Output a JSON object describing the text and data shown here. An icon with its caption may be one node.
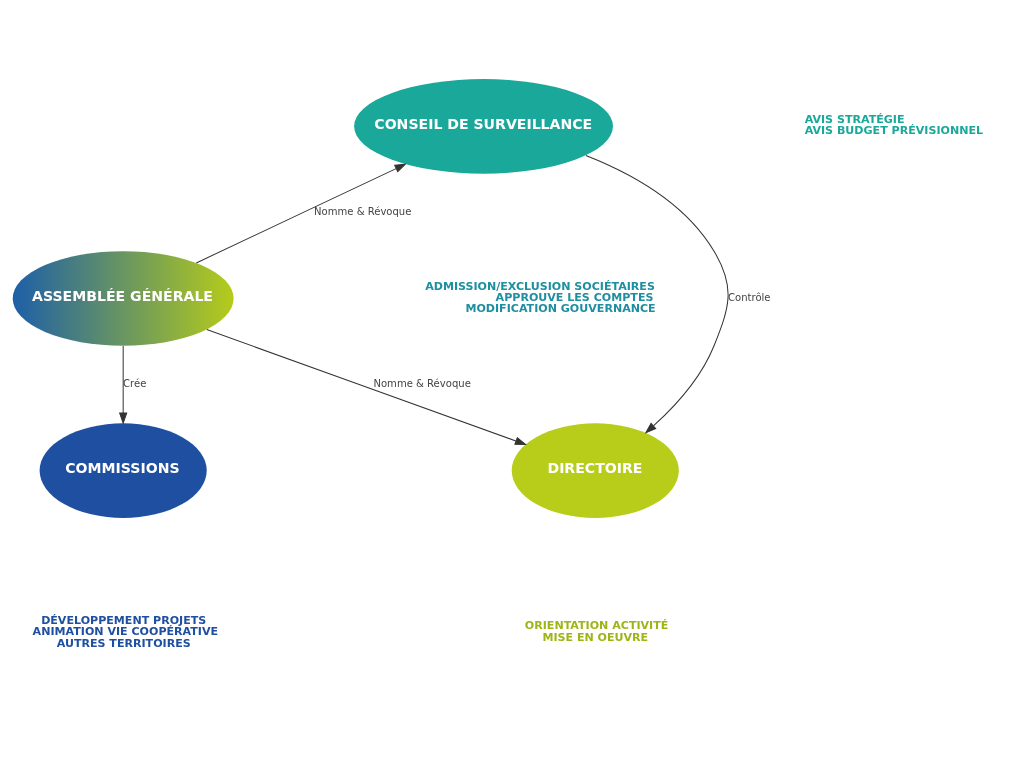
{
  "diagram": {
    "nodes": [
      {
        "text": [
          "CONSEIL DE SURVEILLANCE"
        ],
        "beside": [
          "AVIS STRATÉGIE",
          "AVIS BUDGET PRÉVISIONNEL"
        ]
      },
      {
        "text": [
          "ASSEMBLÉE GÉNÉRALE"
        ],
        "beside": [
          "ADMISSION/EXCLUSION SOCIÉTAIRES",
          "APPROUVE LES COMPTES",
          "MODIFICATION GOUVERNANCE"
        ]
      },
      {
        "text": [
          "COMMISSIONS"
        ],
        "beside": [
          "DÉVELOPPEMENT PROJETS",
          "ANIMATION VIE COOPÉRATIVE",
          "AUTRES TERRITOIRES"
        ]
      },
      {
        "text": [
          "DIRECTOIRE"
        ],
        "beside": [
          "ORIENTATION ACTIVITÉ",
          "MISE EN OEUVRE"
        ]
      }
    ],
    "edges": [
      {
        "from": 1,
        "to": 0,
        "arrow": "to",
        "label": "Nomme & Révoque"
      },
      {
        "from": 0,
        "to": 3,
        "arrow": "to",
        "label": "Contrôle"
      },
      {
        "from": 1,
        "to": 2,
        "arrow": "to",
        "label": "Crée"
      },
      {
        "from": 1,
        "to": 3,
        "arrow": "to",
        "label": "Nomme & Révoque"
      }
    ]
  }
}
